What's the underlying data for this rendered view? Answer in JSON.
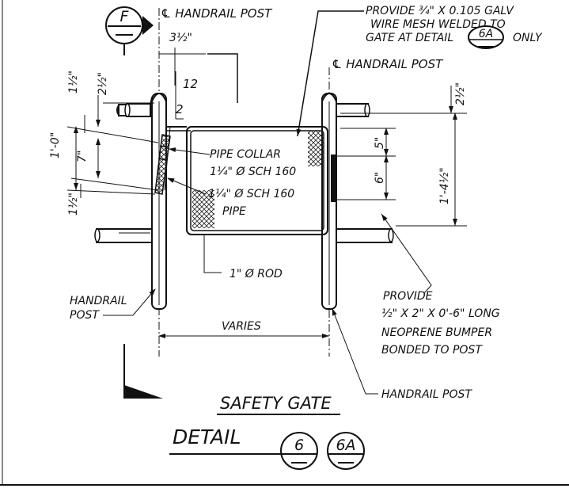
{
  "callout_top": {
    "letter": "F",
    "cl_handrail_post_top": "℄ HANDRAIL POST",
    "cl_handrail_post_right": "℄ HANDRAIL POST"
  },
  "mesh_note": {
    "line1": "PROVIDE ¾\" X 0.105 GALV",
    "line2": "WIRE MESH WELDED TO",
    "line3_prefix": "GATE AT DETAIL",
    "detail_ref": "6A",
    "line3_suffix": "ONLY"
  },
  "slope": {
    "rise": "12",
    "run": "2"
  },
  "dims": {
    "offset_3_5": "3½\"",
    "d_1_5_top": "1½\"",
    "d_2_5_top": "2½\"",
    "d_7": "7\"",
    "d_1_0": "1'-0\"",
    "d_1_5_bot": "1½\"",
    "d_2_5_right": "2½\"",
    "d_5": "5\"",
    "d_6": "6\"",
    "d_1_4_5": "1'-4½\"",
    "varies": "VARIES"
  },
  "labels": {
    "pipe_collar_1": "PIPE COLLAR",
    "pipe_collar_2": "1¼\" Ø SCH 160",
    "pipe_1": "1¼\" Ø SCH 160",
    "pipe_2": "PIPE",
    "rod": "1\" Ø ROD",
    "handrail_post_left_1": "HANDRAIL",
    "handrail_post_left_2": "POST",
    "handrail_post_bottom": "HANDRAIL POST",
    "bumper_1": "PROVIDE",
    "bumper_2": "½\" X 2\" X 0'-6\" LONG",
    "bumper_3": "NEOPRENE BUMPER",
    "bumper_4": "BONDED TO POST"
  },
  "title": {
    "name": "SAFETY GATE",
    "detail_word": "DETAIL",
    "ref_a": "6",
    "ref_b": "6A"
  }
}
